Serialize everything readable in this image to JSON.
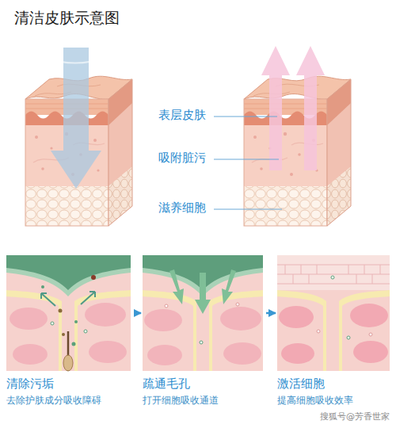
{
  "diagram": {
    "title": "清洁皮肤示意图",
    "nodes": [
      {
        "text": [
          "清除污垢",
          "去除护肤成分吸收障碍"
        ]
      },
      {
        "text": [
          "疏通毛孔",
          "打开细胞吸收通道"
        ]
      },
      {
        "text": [
          "激活细胞",
          "提高细胞吸收效率"
        ]
      }
    ],
    "edges": [
      {
        "from": 0,
        "to": 1,
        "arrow": "to"
      },
      {
        "from": 1,
        "to": 2,
        "arrow": "to"
      }
    ],
    "labels": [
      "表层皮肤",
      "吸附脏污",
      "滋养细胞",
      "搜狐号@芳香世家"
    ]
  }
}
